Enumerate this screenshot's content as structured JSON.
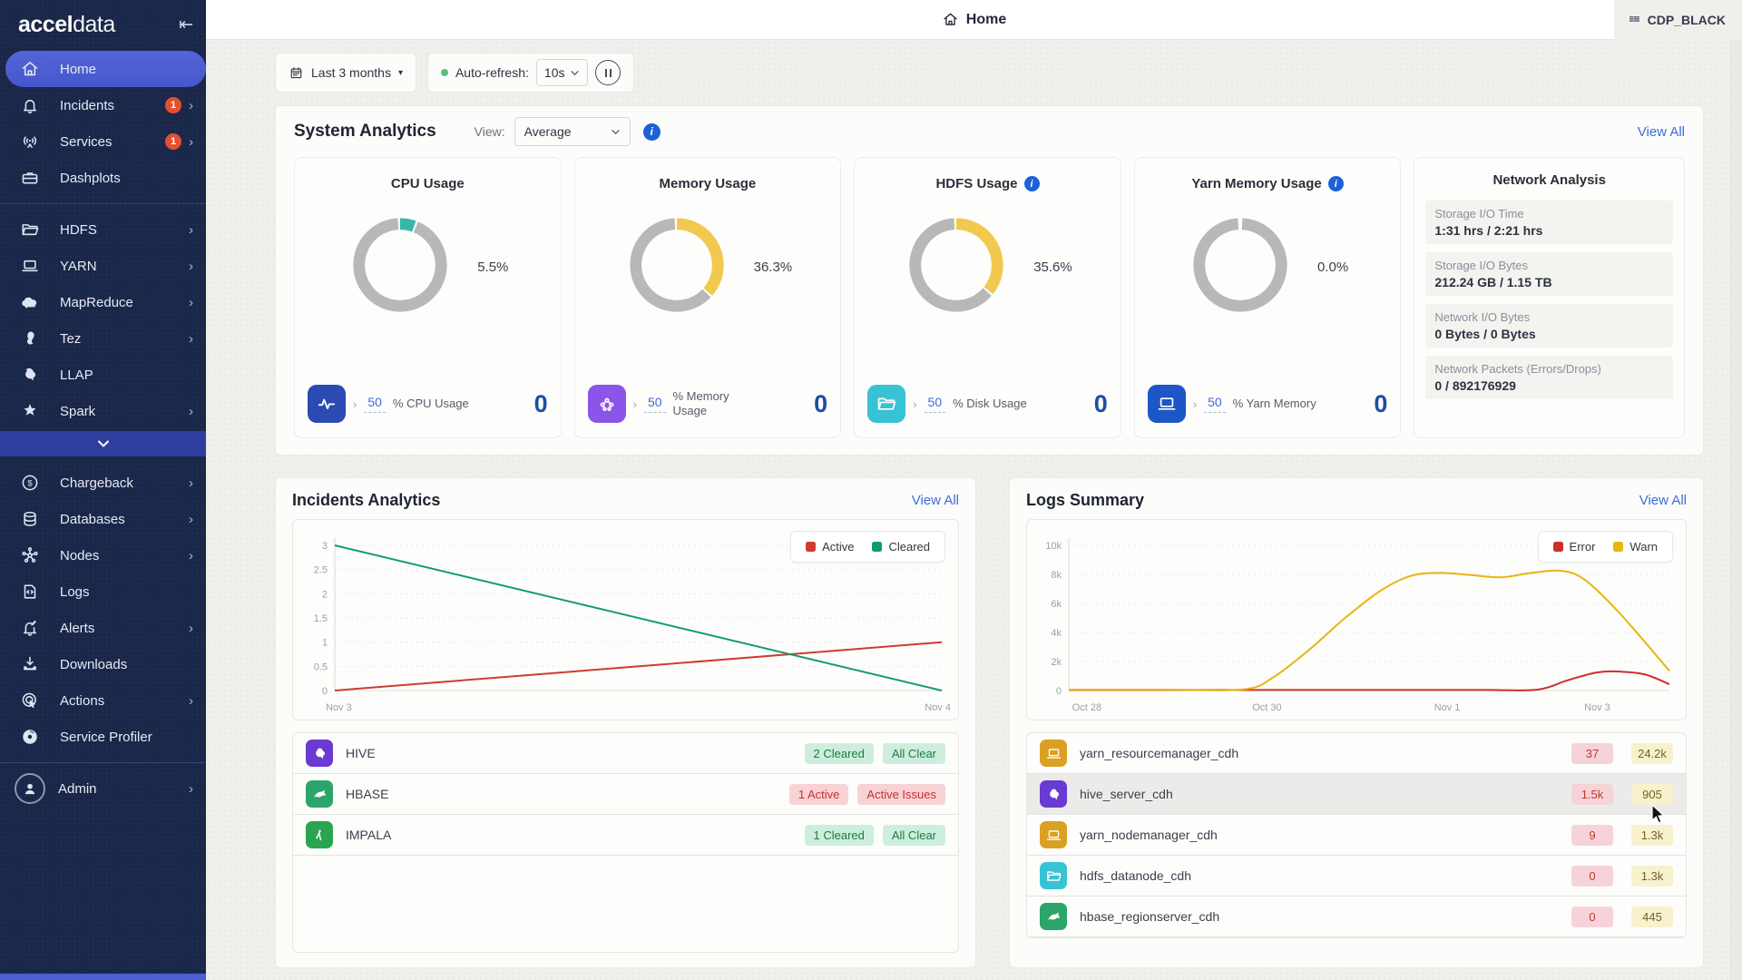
{
  "colors": {
    "accent_blue": "#4e5ed3",
    "link_blue": "#3d6cd8",
    "active_red": "#cf3b31",
    "cleared_green": "#0f9d6b",
    "error_red": "#cc2f2a",
    "warn_yellow": "#e8b50f",
    "badge_orange": "#e4502e",
    "count_blue": "#1b4fa3",
    "donut_grey": "#b8b8b6",
    "donut_teal": "#38b6aa",
    "donut_yellow": "#f1c94f"
  },
  "app": {
    "logo_bold": "accel",
    "logo_light": "data",
    "cluster": "CDP_BLACK"
  },
  "header": {
    "title": "Home"
  },
  "toolbar": {
    "time_range": "Last 3 months",
    "auto_refresh_label": "Auto-refresh:",
    "interval": "10s"
  },
  "sidebar": {
    "items": [
      {
        "id": "home",
        "label": "Home",
        "icon": "home-icon",
        "active": true
      },
      {
        "id": "incidents",
        "label": "Incidents",
        "icon": "bell-icon",
        "badge": "1",
        "chevron": true
      },
      {
        "id": "services",
        "label": "Services",
        "icon": "antenna-icon",
        "badge": "1",
        "chevron": true
      },
      {
        "id": "dashplots",
        "label": "Dashplots",
        "icon": "briefcase-icon"
      },
      {
        "divider": true
      },
      {
        "id": "hdfs",
        "label": "HDFS",
        "icon": "folder-icon",
        "chevron": true
      },
      {
        "id": "yarn",
        "label": "YARN",
        "icon": "laptop-icon",
        "chevron": true
      },
      {
        "id": "mapreduce",
        "label": "MapReduce",
        "icon": "elephant-icon",
        "chevron": true
      },
      {
        "id": "tez",
        "label": "Tez",
        "icon": "seahorse-icon",
        "chevron": true
      },
      {
        "id": "llap",
        "label": "LLAP",
        "icon": "llap-icon"
      },
      {
        "id": "spark",
        "label": "Spark",
        "icon": "spark-icon",
        "chevron": true
      },
      {
        "scroll": true
      },
      {
        "id": "chargeback",
        "label": "Chargeback",
        "icon": "dollar-icon",
        "chevron": true
      },
      {
        "id": "databases",
        "label": "Databases",
        "icon": "database-icon",
        "chevron": true
      },
      {
        "id": "nodes",
        "label": "Nodes",
        "icon": "nodes-icon",
        "chevron": true
      },
      {
        "id": "logs",
        "label": "Logs",
        "icon": "code-file-icon"
      },
      {
        "id": "alerts",
        "label": "Alerts",
        "icon": "bell-edit-icon",
        "chevron": true
      },
      {
        "id": "downloads",
        "label": "Downloads",
        "icon": "download-icon"
      },
      {
        "id": "actions",
        "label": "Actions",
        "icon": "actions-icon",
        "chevron": true
      },
      {
        "id": "service-profiler",
        "label": "Service Profiler",
        "icon": "disc-icon"
      },
      {
        "divider": true
      },
      {
        "id": "admin",
        "label": "Admin",
        "icon": "user-icon",
        "chevron": true,
        "avatar": true
      }
    ]
  },
  "system_analytics": {
    "title": "System Analytics",
    "view_label": "View:",
    "view_value": "Average",
    "view_all": "View All",
    "gauges": [
      {
        "title": "CPU Usage",
        "info": false,
        "percent": 5.5,
        "display": "5.5%",
        "arc_color": "#38b6aa",
        "icon": "activity-icon",
        "icon_bg": "#2c4ab3",
        "threshold": "50",
        "metric": "% CPU Usage",
        "count": "0"
      },
      {
        "title": "Memory Usage",
        "info": false,
        "percent": 36.3,
        "display": "36.3%",
        "arc_color": "#f1c94f",
        "icon": "cluster-icon",
        "icon_bg": "#8a55e8",
        "threshold": "50",
        "metric": "% Memory Usage",
        "count": "0"
      },
      {
        "title": "HDFS Usage",
        "info": true,
        "percent": 35.6,
        "display": "35.6%",
        "arc_color": "#f1c94f",
        "icon": "folder-icon",
        "icon_bg": "#38c3d4",
        "threshold": "50",
        "metric": "% Disk Usage",
        "count": "0"
      },
      {
        "title": "Yarn Memory Usage",
        "info": true,
        "percent": 0.0,
        "display": "0.0%",
        "arc_color": "#f1c94f",
        "icon": "laptop-icon",
        "icon_bg": "#1d56c6",
        "threshold": "50",
        "metric": "% Yarn Memory",
        "count": "0"
      }
    ],
    "network": {
      "title": "Network Analysis",
      "rows": [
        {
          "label": "Storage I/O Time",
          "value": "1:31 hrs / 2:21 hrs"
        },
        {
          "label": "Storage I/O Bytes",
          "value": "212.24 GB / 1.15 TB"
        },
        {
          "label": "Network I/O Bytes",
          "value": "0 Bytes / 0 Bytes"
        },
        {
          "label": "Network Packets (Errors/Drops)",
          "value": "0 / 892176929"
        }
      ]
    }
  },
  "incidents_analytics": {
    "title": "Incidents Analytics",
    "view_all": "View All",
    "chart_data": {
      "type": "line",
      "smooth": false,
      "ylim": [
        0,
        3
      ],
      "legend_position": "top-right",
      "yticks": [
        {
          "v": 0,
          "label": "0"
        },
        {
          "v": 0.5,
          "label": "0.5"
        },
        {
          "v": 1,
          "label": "1"
        },
        {
          "v": 1.5,
          "label": "1.5"
        },
        {
          "v": 2,
          "label": "2"
        },
        {
          "v": 2.5,
          "label": "2.5"
        },
        {
          "v": 3,
          "label": "3"
        }
      ],
      "x_labels": [
        {
          "frac": 0,
          "label": "Nov 3"
        },
        {
          "frac": 1,
          "label": "Nov 4"
        }
      ],
      "series": [
        {
          "name": "Active",
          "color": "#cf3b31",
          "points": [
            [
              0,
              0
            ],
            [
              1,
              1
            ]
          ]
        },
        {
          "name": "Cleared",
          "color": "#0f9d6b",
          "points": [
            [
              0,
              3
            ],
            [
              1,
              0
            ]
          ]
        }
      ]
    },
    "table": [
      {
        "service": "HIVE",
        "icon": "hive-icon",
        "icon_bg": "#6a3ad2",
        "badges": [
          {
            "text": "2 Cleared",
            "type": "green"
          },
          {
            "text": "All Clear",
            "type": "green"
          }
        ]
      },
      {
        "service": "HBASE",
        "icon": "hbase-icon",
        "icon_bg": "#2ba56a",
        "badges": [
          {
            "text": "1 Active",
            "type": "red"
          },
          {
            "text": "Active Issues",
            "type": "red"
          }
        ]
      },
      {
        "service": "IMPALA",
        "icon": "impala-icon",
        "icon_bg": "#2ba452",
        "badges": [
          {
            "text": "1 Cleared",
            "type": "green"
          },
          {
            "text": "All Clear",
            "type": "green"
          }
        ]
      }
    ]
  },
  "logs_summary": {
    "title": "Logs Summary",
    "view_all": "View All",
    "chart_data": {
      "type": "line",
      "smooth": true,
      "ylim": [
        0,
        10000
      ],
      "legend_position": "top-right",
      "yticks": [
        {
          "v": 0,
          "label": "0"
        },
        {
          "v": 2000,
          "label": "2k"
        },
        {
          "v": 4000,
          "label": "4k"
        },
        {
          "v": 6000,
          "label": "6k"
        },
        {
          "v": 8000,
          "label": "8k"
        },
        {
          "v": 10000,
          "label": "10k"
        }
      ],
      "x_labels": [
        {
          "frac": 0.03,
          "label": "Oct 28"
        },
        {
          "frac": 0.33,
          "label": "Oct 30"
        },
        {
          "frac": 0.63,
          "label": "Nov 1"
        },
        {
          "frac": 0.88,
          "label": "Nov 3"
        }
      ],
      "series": [
        {
          "name": "Error",
          "color": "#cc2f2a",
          "points": [
            [
              0,
              40
            ],
            [
              0.2,
              40
            ],
            [
              0.4,
              40
            ],
            [
              0.6,
              40
            ],
            [
              0.7,
              40
            ],
            [
              0.78,
              60
            ],
            [
              0.83,
              700
            ],
            [
              0.88,
              1250
            ],
            [
              0.92,
              1300
            ],
            [
              0.96,
              1100
            ],
            [
              1,
              430
            ]
          ]
        },
        {
          "name": "Warn",
          "color": "#e8b50f",
          "points": [
            [
              0,
              60
            ],
            [
              0.15,
              60
            ],
            [
              0.29,
              80
            ],
            [
              0.34,
              900
            ],
            [
              0.4,
              2800
            ],
            [
              0.46,
              5000
            ],
            [
              0.52,
              6900
            ],
            [
              0.57,
              7900
            ],
            [
              0.62,
              8100
            ],
            [
              0.67,
              7950
            ],
            [
              0.72,
              7800
            ],
            [
              0.77,
              8100
            ],
            [
              0.82,
              8250
            ],
            [
              0.86,
              7600
            ],
            [
              0.92,
              5200
            ],
            [
              1,
              1350
            ]
          ]
        }
      ]
    },
    "rows": [
      {
        "name": "yarn_resourcemanager_cdh",
        "icon": "laptop-icon",
        "icon_bg": "#d9a023",
        "error": "37",
        "warn": "24.2k"
      },
      {
        "name": "hive_server_cdh",
        "icon": "hive-icon",
        "icon_bg": "#6a3ad2",
        "error": "1.5k",
        "warn": "905",
        "highlight": true
      },
      {
        "name": "yarn_nodemanager_cdh",
        "icon": "laptop-icon",
        "icon_bg": "#d9a023",
        "error": "9",
        "warn": "1.3k"
      },
      {
        "name": "hdfs_datanode_cdh",
        "icon": "folder-icon",
        "icon_bg": "#38c3d4",
        "error": "0",
        "warn": "1.3k"
      },
      {
        "name": "hbase_regionserver_cdh",
        "icon": "hbase-icon",
        "icon_bg": "#2ba56a",
        "error": "0",
        "warn": "445"
      }
    ]
  }
}
